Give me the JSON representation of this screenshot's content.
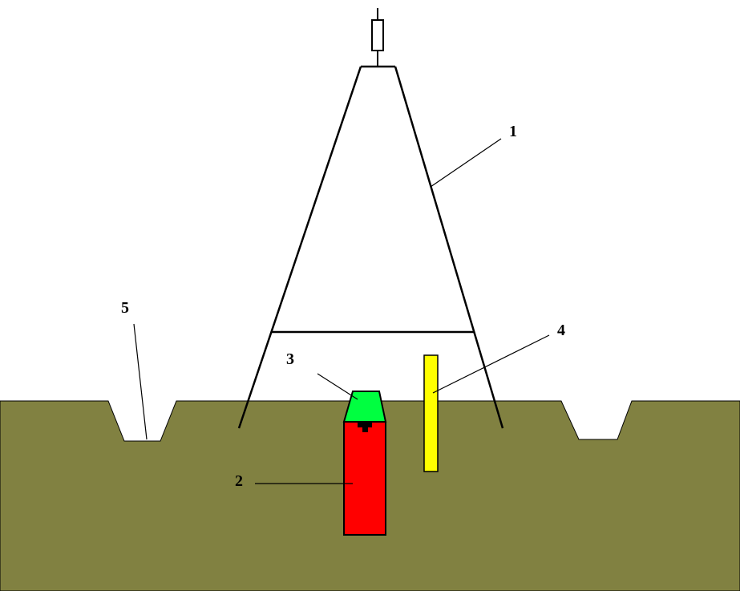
{
  "labels": {
    "tripod": "1",
    "column": "2",
    "cap": "3",
    "rod": "4",
    "ditch": "5"
  },
  "colors": {
    "ground": "#818141",
    "column": "#ff0000",
    "cap": "#00ff40",
    "rod": "#ffff00",
    "line": "#000000",
    "background": "#ffffff"
  }
}
